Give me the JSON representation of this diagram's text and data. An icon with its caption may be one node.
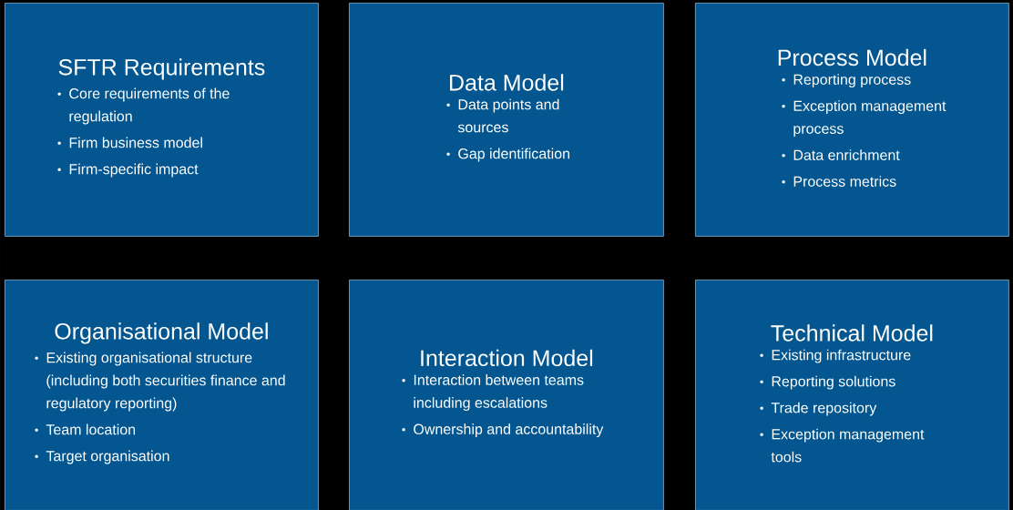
{
  "diagram": {
    "nodes": [
      {
        "text": [
          "SFTR Requirements",
          "Core requirements of the regulation",
          "Firm business model",
          "Firm-specific impact"
        ]
      },
      {
        "text": [
          "Data Model",
          "Data points and sources",
          "Gap identification"
        ]
      },
      {
        "text": [
          "Process Model",
          "Reporting process",
          "Exception management process",
          "Data enrichment",
          "Process metrics"
        ]
      },
      {
        "text": [
          "Organisational Model",
          "Existing organisational structure (including both securities finance and regulatory reporting)",
          "Team location",
          "Target organisation"
        ]
      },
      {
        "text": [
          "Interaction Model",
          "Interaction between teams including escalations",
          "Ownership and accountability"
        ]
      },
      {
        "text": [
          "Technical Model",
          "Existing infrastructure",
          "Reporting solutions",
          "Trade repository",
          "Exception management tools"
        ]
      }
    ]
  }
}
